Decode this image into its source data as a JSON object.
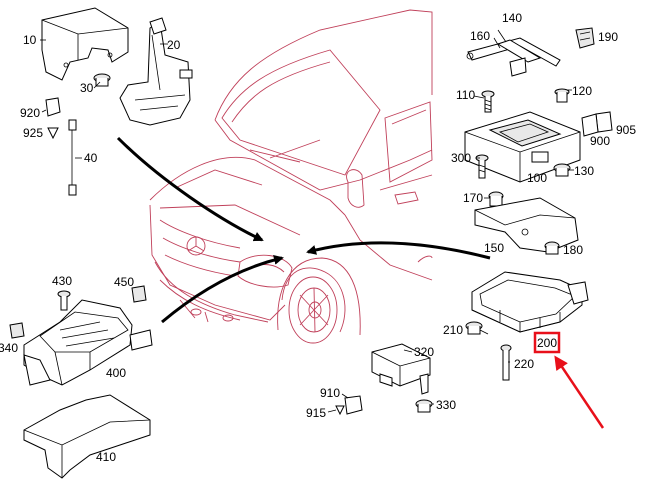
{
  "colors": {
    "van_line": "#c0405a",
    "part_line": "#000000",
    "callout_arrow": "#000000",
    "highlight": "#e8101a"
  },
  "labels": {
    "p10": "10",
    "p20": "20",
    "p30": "30",
    "p40": "40",
    "p920": "920",
    "p925": "925",
    "p140": "140",
    "p160": "160",
    "p190": "190",
    "p110": "110",
    "p120": "120",
    "p300": "300",
    "p900": "900",
    "p905": "905",
    "p100": "100",
    "p130": "130",
    "p170": "170",
    "p150": "150",
    "p180": "180",
    "p430": "430",
    "p450": "450",
    "p340": "340",
    "p400": "400",
    "p410": "410",
    "p210": "210",
    "p200": "200",
    "p220": "220",
    "p320": "320",
    "p910": "910",
    "p915": "915",
    "p330": "330"
  },
  "highlighted_part": "200"
}
